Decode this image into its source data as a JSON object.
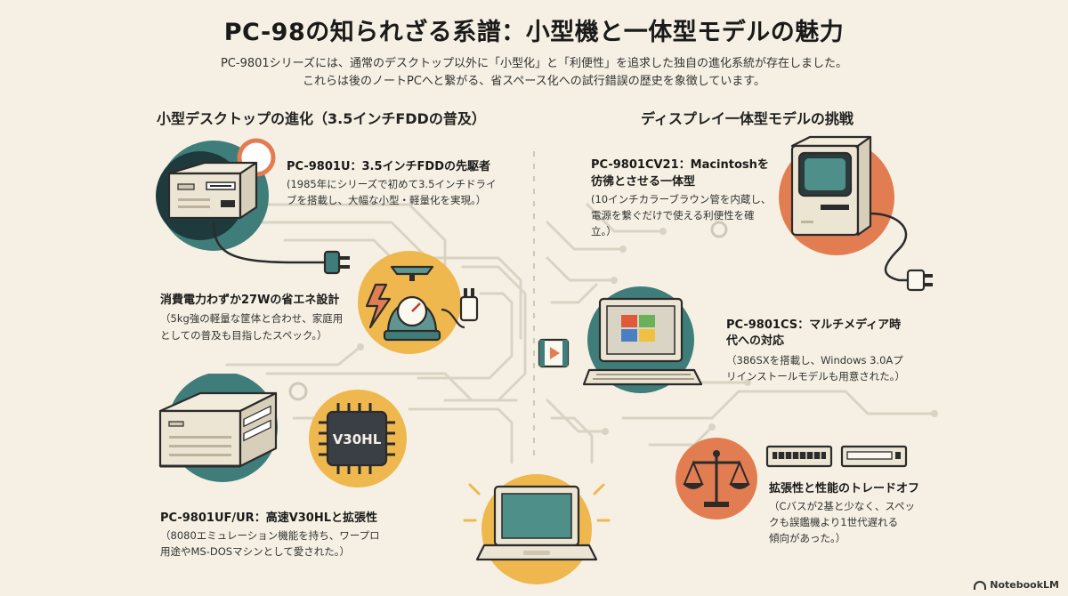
{
  "title": "PC-98の知られざる系譜：小型機と一体型モデルの魅力",
  "subtitle": [
    "PC-9801シリーズには、通常のデスクトップ以外に「小型化」と「利便性」を追求した独自の進化系統が存在しました。",
    "これらは後のノートPCへと繋がる、省スペース化への試行錯誤の歴史を象徴しています。"
  ],
  "left_section_title": "小型デスクトップの進化（3.5インチFDDの普及）",
  "right_section_title": "ディスプレイ一体型モデルの挑戦",
  "items": {
    "pc9801u": {
      "title": "PC-9801U：3.5インチFDDの先駆者",
      "desc": [
        "(1985年にシリーズで初めて3.5インチドライ",
        "ブを搭載し、大幅な小型・軽量化を実現。）"
      ]
    },
    "power": {
      "title": "消費電力わずか27Wの省エネ設計",
      "desc": [
        "（5kg強の軽量な筐体と合わせ、家庭用",
        "としての普及も目指したスペック。）"
      ]
    },
    "pc9801uf": {
      "title": "PC-9801UF/UR：高速V30HLと拡張性",
      "desc": [
        "（8080エミュレーション機能を持ち、ワープロ",
        "用途やMS-DOSマシンとして愛された。）"
      ],
      "chip_label": "V30HL"
    },
    "pc9801cv21": {
      "title": [
        "PC-9801CV21：Macintoshを",
        "彷彿とさせる一体型"
      ],
      "desc": [
        "(10インチカラーブラウン管を内蔵し、",
        "電源を繋ぐだけで使える利便性を確",
        "立。）"
      ]
    },
    "pc9801cs": {
      "title": [
        "PC-9801CS：マルチメディア時",
        "代への対応"
      ],
      "desc": [
        "（386SXを搭載し、Windows 3.0Aプ",
        "リインストールモデルも用意された。）"
      ]
    },
    "tradeoff": {
      "title": "拡張性と性能のトレードオフ",
      "desc": [
        "（Cバスが2基と少なく、スペッ",
        "クも誤鑑機より1世代遅れる",
        "傾向があった。）"
      ]
    }
  },
  "brand": "NotebookLM",
  "colors": {
    "background": "#f5f0e3",
    "teal": "#3f7d7a",
    "orange": "#e27d52",
    "yellow": "#efb84e",
    "beige_device": "#ece5d3",
    "circuit": "#d9d3c4"
  },
  "icons": [
    "pc-9801u-desktop-icon",
    "power-plug-icon",
    "kitchen-scale-icon",
    "lightning-icon",
    "pc-9801uf-desktop-icon",
    "v30hl-chip-icon",
    "laptop-icon",
    "all-in-one-computer-icon",
    "windows-pc-icon",
    "video-play-icon",
    "balance-scale-icon",
    "expansion-card-icon"
  ]
}
